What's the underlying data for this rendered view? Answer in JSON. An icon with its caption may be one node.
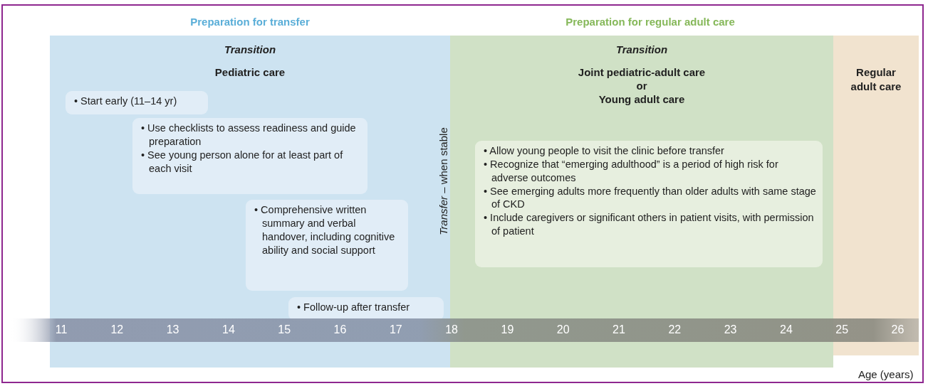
{
  "diagram": {
    "nodes": [
      {
        "text": [
          "Transition",
          "Pediatric care"
        ]
      },
      {
        "text": [
          "• Start early (11–14 yr)"
        ],
        "in": 0
      },
      {
        "text": [
          "• Use checklists to assess readiness and guide preparation",
          "• See young person alone for at least part of each visit"
        ],
        "in": 0
      },
      {
        "text": [
          "• Comprehensive written summary and verbal handover, including cognitive ability and social support"
        ],
        "in": 0
      },
      {
        "text": [
          "• Follow-up after transfer"
        ],
        "in": 0
      },
      {
        "text": [
          "Transition",
          "Joint pediatric-adult care",
          "or",
          "Young adult care"
        ]
      },
      {
        "text": [
          "• Allow young people to visit the clinic before transfer",
          "• Recognize that “emerging adulthood” is a period of high risk for adverse outcomes",
          "• See emerging adults more frequently than older adults with same stage of CKD",
          "• Include caregivers or significant others in patient visits, with permission of patient"
        ],
        "in": 5
      },
      {
        "text": [
          "Regular adult care"
        ]
      }
    ],
    "labels": [
      "Preparation for transfer",
      "Preparation for regular adult care",
      "*Transfer* – when stable",
      "11",
      "12",
      "13",
      "14",
      "15",
      "16",
      "17",
      "18",
      "19",
      "20",
      "21",
      "22",
      "23",
      "24",
      "25",
      "26",
      "Age (years)"
    ]
  }
}
